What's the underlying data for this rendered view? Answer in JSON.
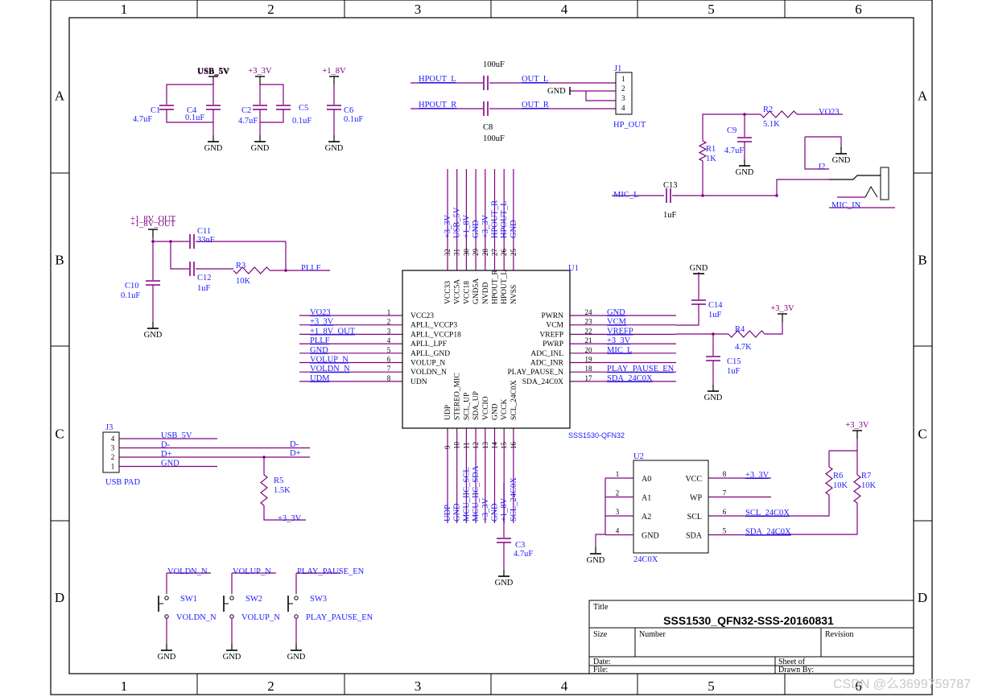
{
  "colors": {
    "wire": "#800080",
    "net": "#1a1aff",
    "ink": "#000000",
    "border": "#000000"
  },
  "frame": {
    "cols": [
      "1",
      "2",
      "3",
      "4",
      "5",
      "6"
    ],
    "rows": [
      "A",
      "B",
      "C",
      "D"
    ]
  },
  "power": {
    "usb5v": "USB_5V",
    "p33a": "+3_3V",
    "p18": "+1_8V",
    "p18out": "+1_8V_OUT",
    "p33b": "+3_3V",
    "p33c": "+3_3V",
    "p33d": "+3_3V",
    "gnd": "GND"
  },
  "parts": {
    "c1": {
      "ref": "C1",
      "val": "4.7uF"
    },
    "c4": {
      "ref": "C4",
      "val": "0.1uF"
    },
    "c2": {
      "ref": "C2",
      "val": "4.7uF"
    },
    "c5": {
      "ref": "C5",
      "val": "0.1uF"
    },
    "c6": {
      "ref": "C6",
      "val": "0.1uF"
    },
    "c7": {
      "ref": "",
      "val": "100uF"
    },
    "c8": {
      "ref": "C8",
      "val": "100uF"
    },
    "c9": {
      "ref": "C9",
      "val": "4.7uF"
    },
    "c10": {
      "ref": "C10",
      "val": "0.1uF"
    },
    "c11": {
      "ref": "C11",
      "val": "33nF"
    },
    "c12": {
      "ref": "C12",
      "val": "1uF"
    },
    "c13": {
      "ref": "C13",
      "val": "1uF"
    },
    "c14": {
      "ref": "C14",
      "val": "1uF"
    },
    "c15": {
      "ref": "C15",
      "val": "1uF"
    },
    "c3": {
      "ref": "C3",
      "val": "4.7uF"
    },
    "r1": {
      "ref": "R1",
      "val": "1K"
    },
    "r2": {
      "ref": "R2",
      "val": "5.1K"
    },
    "r3": {
      "ref": "R3",
      "val": "10K"
    },
    "r4": {
      "ref": "R4",
      "val": "4.7K"
    },
    "r5": {
      "ref": "R5",
      "val": "1.5K"
    },
    "r6": {
      "ref": "R6",
      "val": "10K"
    },
    "r7": {
      "ref": "R7",
      "val": "10K"
    },
    "j1": {
      "ref": "J1",
      "name": "HP_OUT",
      "pins": [
        "1",
        "2",
        "3",
        "4"
      ]
    },
    "j2": {
      "ref": "J2",
      "name": "MIC_IN"
    },
    "j3": {
      "ref": "J3",
      "name": "USB PAD",
      "pins": [
        "4",
        "3",
        "2",
        "1"
      ]
    },
    "u1": {
      "ref": "U1",
      "name": "SSS1530-QFN32"
    },
    "u2": {
      "ref": "U2",
      "name": "24C0X"
    },
    "sw1": {
      "ref": "SW1",
      "net": "VOLDN_N"
    },
    "sw2": {
      "ref": "SW2",
      "net": "VOLUP_N"
    },
    "sw3": {
      "ref": "SW3",
      "net": "PLAY_PAUSE_EN"
    }
  },
  "nets": {
    "hpout_l": "HPOUT_L",
    "hpout_r": "HPOUT_R",
    "out_l": "OUT_L",
    "out_r": "OUT_R",
    "vo23": "VO23",
    "mic_l": "MIC_L",
    "pllf": "PLLF",
    "dminus": "D-",
    "dplus": "D+",
    "scl": "SCL_24C0X",
    "sda": "SDA_24C0X"
  },
  "u1_left": [
    {
      "num": "1",
      "name": "VCC23",
      "net": "VO23"
    },
    {
      "num": "2",
      "name": "APLL_VCCP3",
      "net": "+3_3V"
    },
    {
      "num": "3",
      "name": "APLL_VCCP18",
      "net": "+1_8V_OUT"
    },
    {
      "num": "4",
      "name": "APLL_LPF",
      "net": "PLLF"
    },
    {
      "num": "5",
      "name": "APLL_GND",
      "net": "GND"
    },
    {
      "num": "6",
      "name": "VOLUP_N",
      "net": "VOLUP_N"
    },
    {
      "num": "7",
      "name": "VOLDN_N",
      "net": "VOLDN_N"
    },
    {
      "num": "8",
      "name": "UDN",
      "net": "UDM"
    }
  ],
  "u1_right": [
    {
      "num": "24",
      "name": "PWRN",
      "net": "GND"
    },
    {
      "num": "23",
      "name": "VCM",
      "net": "VCM"
    },
    {
      "num": "22",
      "name": "VREFP",
      "net": "VREFP"
    },
    {
      "num": "21",
      "name": "PWRP",
      "net": "+3_3V"
    },
    {
      "num": "20",
      "name": "ADC_INL",
      "net": "MIC_L"
    },
    {
      "num": "19",
      "name": "ADC_INR",
      "net": ""
    },
    {
      "num": "18",
      "name": "PLAY_PAUSE_N",
      "net": "PLAY_PAUSE_EN"
    },
    {
      "num": "17",
      "name": "SDA_24C0X",
      "net": "SDA_24C0X"
    }
  ],
  "u1_top": [
    {
      "num": "32",
      "name": "VCC33",
      "net": "+3_3V"
    },
    {
      "num": "31",
      "name": "VCC5A",
      "net": "USB_5V"
    },
    {
      "num": "30",
      "name": "VCC18",
      "net": "+1_8V"
    },
    {
      "num": "29",
      "name": "GND5A",
      "net": "GND"
    },
    {
      "num": "28",
      "name": "NVDD",
      "net": "+3_3V"
    },
    {
      "num": "27",
      "name": "HPOUT_R",
      "net": "HPOUT_R"
    },
    {
      "num": "26",
      "name": "HPOUT_L",
      "net": "HPOUT_L"
    },
    {
      "num": "25",
      "name": "NVSS",
      "net": "GND"
    }
  ],
  "u1_bottom": [
    {
      "num": "9",
      "name": "UDP",
      "net": "UDP"
    },
    {
      "num": "10",
      "name": "STEREO_MIC",
      "net": "GND"
    },
    {
      "num": "11",
      "name": "SCL_UP",
      "net": "MCU_IIC_SCL"
    },
    {
      "num": "12",
      "name": "SDA_UP",
      "net": "MCU_IIC_SDA"
    },
    {
      "num": "13",
      "name": "VCCIO",
      "net": "+3_3V"
    },
    {
      "num": "14",
      "name": "GND",
      "net": "GND"
    },
    {
      "num": "15",
      "name": "VCCK",
      "net": "+1_8V"
    },
    {
      "num": "16",
      "name": "SCL_24C0X",
      "net": "SCL_24C0X"
    }
  ],
  "j3_nets": [
    "USB_5V",
    "D-",
    "D+",
    "GND"
  ],
  "u2_left": [
    {
      "num": "1",
      "name": "A0"
    },
    {
      "num": "2",
      "name": "A1"
    },
    {
      "num": "3",
      "name": "A2"
    },
    {
      "num": "4",
      "name": "GND"
    }
  ],
  "u2_right": [
    {
      "num": "8",
      "name": "VCC",
      "net": "+3_3V"
    },
    {
      "num": "7",
      "name": "WP",
      "net": ""
    },
    {
      "num": "6",
      "name": "SCL",
      "net": "SCL_24C0X"
    },
    {
      "num": "5",
      "name": "SDA",
      "net": "SDA_24C0X"
    }
  ],
  "titleblock": {
    "title_label": "Title",
    "title": "SSS1530_QFN32-SSS-20160831",
    "size_label": "Size",
    "number_label": "Number",
    "revision_label": "Revision",
    "date_label": "Date:",
    "file_label": "File:",
    "sheet_label": "Sheet    of",
    "drawn_label": "Drawn By:"
  },
  "watermark": "CSDN @么3699759787"
}
